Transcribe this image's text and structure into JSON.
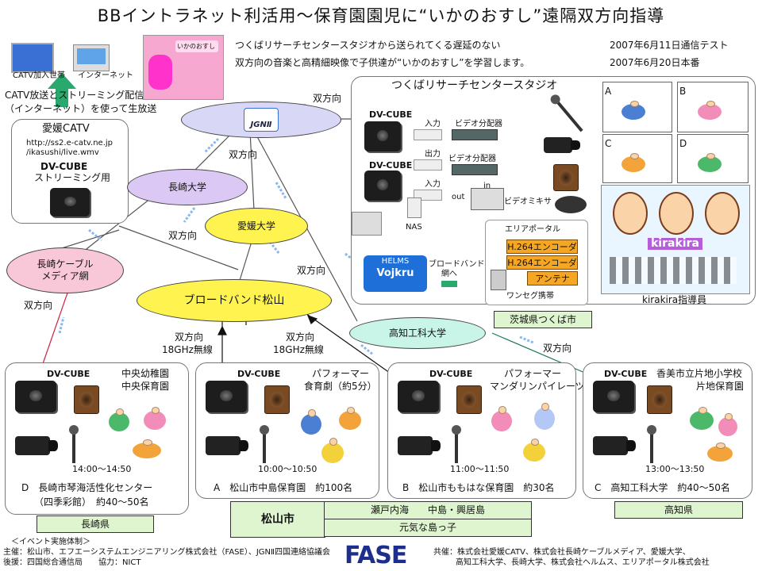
{
  "title": "BBイントラネット利活用～保育園園児に“いかのおすし”遠隔双方向指導",
  "intro_line1": "つくばリサーチセンタースタジオから送られてくる遅延のない",
  "intro_line2": "双方向の音楽と高精細映像で子供達が“いかのおすし”を学習します。",
  "date1": "2007年6月11日通信テスト",
  "date2": "2007年6月20日本番",
  "catv_sub": "CATV加入世帯",
  "internet": "インターネット",
  "broadcast1": "CATV放送とストリーミング配信",
  "broadcast2": "（インターネット）を使って生放送",
  "ehime_catv": "愛媛CATV",
  "url1": "http://ss2.e-catv.ne.jp",
  "url2": "/ikasushi/live.wmv",
  "dvcube": "DV-CUBE",
  "streaming": "ストリーミング用",
  "jgn": "JGNⅡ",
  "bidir": "双方向",
  "wireless": "18GHz無線",
  "nagasaki_u": "長崎大学",
  "ehime_u": "愛媛大学",
  "nagasaki_cable1": "長崎ケーブル",
  "nagasaki_cable2": "メディア網",
  "broadband": "ブロードバンド松山",
  "kochi_tech": "高知工科大学",
  "studio_title": "つくばリサーチセンタースタジオ",
  "in_label": "入力",
  "out_label": "出力",
  "video_dist": "ビデオ分配器",
  "video_mixer": "ビデオミキサ",
  "in_small": "in",
  "out_small": "out",
  "nas": "NAS",
  "area_portal": "エリアポータル",
  "enc1": "H.264エンコーダ",
  "enc2": "H.264エンコーダ",
  "antenna": "アンテナ",
  "oneseg": "ワンセグ携帯",
  "helms": "HELMS",
  "broadband_net1": "ブロードバンド",
  "broadband_net2": "網へ",
  "vojkru": "Vojkru",
  "kirakira": "kirakira",
  "kirakira_inst": "kirakira指導員",
  "tsukuba_city": "茨城県つくば市",
  "letters": [
    "A",
    "B",
    "C",
    "D"
  ],
  "sites": [
    {
      "id": "D",
      "note1": "中央幼稚園",
      "note2": "中央保育園",
      "time": "14:00～14:50",
      "name": "D　長崎市琴海活性化センター",
      "name2": "（四季彩館）　約40～50名"
    },
    {
      "id": "A",
      "note1": "パフォーマー",
      "note2": "食育劇（約5分）",
      "time": "10:00～10:50",
      "name": "A　松山市中島保育園　約100名",
      "name2": ""
    },
    {
      "id": "B",
      "note1": "パフォーマー",
      "note2": "マンダリンパイレーツ",
      "time": "11:00～11:50",
      "name": "B　松山市ももはな保育園　約30名",
      "name2": ""
    },
    {
      "id": "C",
      "note1": "香美市立片地小学校",
      "note2": "片地保育園",
      "time": "13:00～13:50",
      "name": "C　高知工科大学　約40～50名",
      "name2": ""
    }
  ],
  "nagasaki_pref": "長崎県",
  "matsuyama_city": "松山市",
  "setonaikai": "瀬戸内海　　中島・興居島",
  "genki": "元気な島っ子",
  "kochi_pref": "高知県",
  "footer_head": "＜イベント実施体制＞",
  "footer_main": "主催：松山市、エフエーシステムエンジニアリング株式会社（FASE）、JGNⅡ四国連絡協議会",
  "footer_support": "後援：四国総合通信局　　協力：NICT",
  "fase": "FASE",
  "footer_co1": "共催：株式会社愛媛CATV、株式会社長崎ケーブルメディア、愛媛大学、",
  "footer_co2": "高知工科大学、長崎大学、株式会社ヘルムス、エリアポータル株式会社",
  "poster_text": "いかのおすし",
  "colors": {
    "pink": "#f9c8d8",
    "lavender": "#d8d8f6",
    "purple": "#dcc8f5",
    "yellow": "#fff44f",
    "teal": "#c8f5e8",
    "green": "#dff5cf",
    "orange": "#f5a623"
  }
}
